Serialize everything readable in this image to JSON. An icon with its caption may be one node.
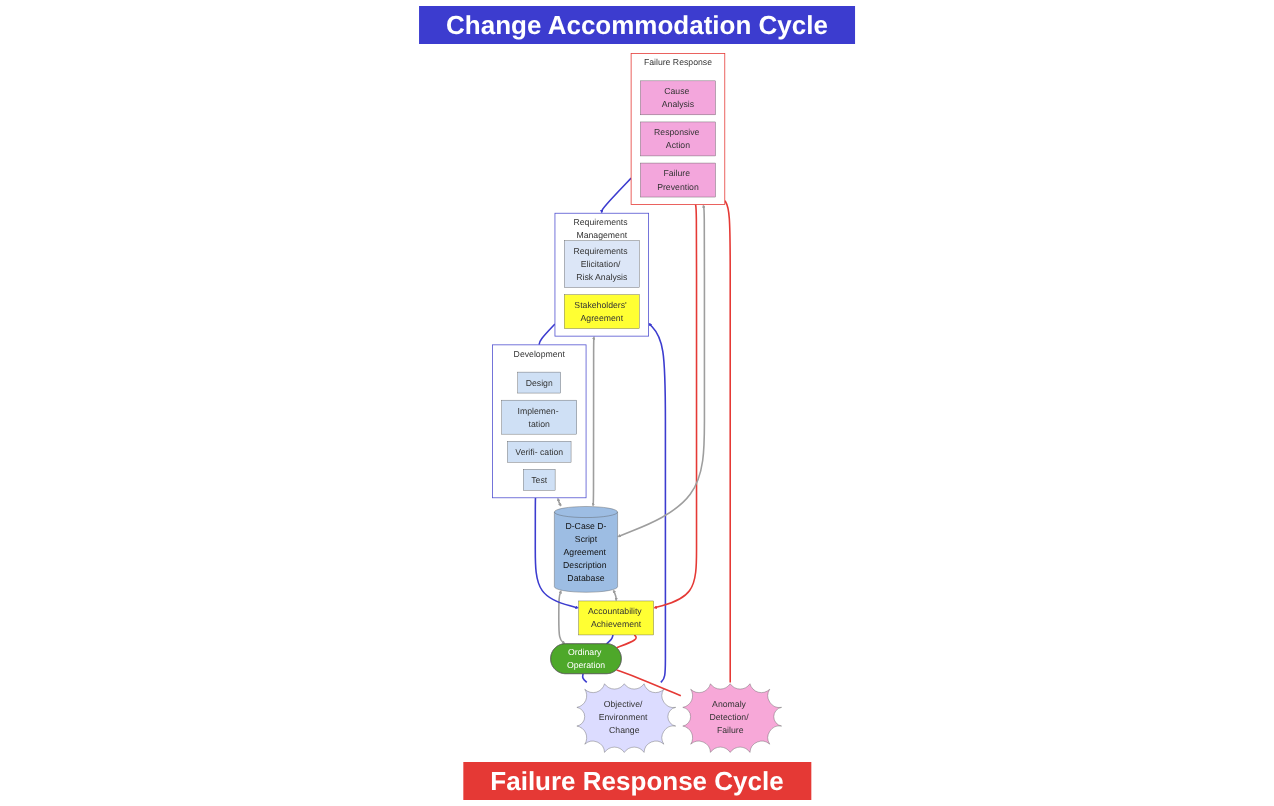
{
  "diagram": {
    "nodes": [
      {
        "text": [
          "Requirements Management"
        ]
      },
      {
        "text": [
          "Requirements Elicitation/ Risk Analysis"
        ],
        "in": 0
      },
      {
        "text": [
          "Stakeholders' Agreement"
        ],
        "in": 0
      },
      {
        "text": [
          "Development"
        ]
      },
      {
        "text": [
          "Design"
        ],
        "in": 3
      },
      {
        "text": [
          "Implemen- tation"
        ],
        "in": 3
      },
      {
        "text": [
          "Verifi- cation"
        ],
        "in": 3
      },
      {
        "text": [
          "Test"
        ],
        "in": 3
      },
      {
        "text": [
          "D-Case D-Script",
          "Agreement Description Database"
        ]
      },
      {
        "text": [
          "Failure Response"
        ]
      },
      {
        "text": [
          "Cause Analysis"
        ],
        "in": 9
      },
      {
        "text": [
          "Responsive Action"
        ],
        "in": 9
      },
      {
        "text": [
          "Failure Prevention"
        ],
        "in": 9
      },
      {
        "text": [
          "Accountability Achievement"
        ]
      },
      {
        "text": [
          "Anomaly Detection/ Failure"
        ]
      },
      {
        "text": [
          "Ordinary Operation"
        ]
      },
      {
        "text": [
          "Objective/ Environment Change"
        ]
      }
    ],
    "edges": [
      {
        "from": 0,
        "to": 3,
        "arrow": "none"
      },
      {
        "from": 3,
        "to": 13,
        "arrow": "to"
      },
      {
        "from": 13,
        "to": 15,
        "arrow": "none"
      },
      {
        "from": 15,
        "to": 16,
        "arrow": "none"
      },
      {
        "from": 16,
        "to": 0,
        "arrow": "to"
      },
      {
        "from": 9,
        "to": 0,
        "arrow": "to"
      },
      {
        "from": 9,
        "to": 13,
        "arrow": "to",
        "color": "#e53935"
      },
      {
        "from": 13,
        "to": 15,
        "arrow": "none",
        "color": "#e53935"
      },
      {
        "from": 15,
        "to": 14,
        "arrow": "none",
        "color": "#e53935"
      },
      {
        "from": 14,
        "to": 9,
        "arrow": "none",
        "color": "#e53935"
      },
      {
        "from": 0,
        "to": 8,
        "arrow": "both",
        "color": "#9e9e9e"
      },
      {
        "from": 3,
        "to": 8,
        "arrow": "both",
        "color": "#9e9e9e"
      },
      {
        "from": 9,
        "to": 8,
        "arrow": "both",
        "color": "#9e9e9e"
      },
      {
        "from": 8,
        "to": 15,
        "arrow": "both",
        "color": "#9e9e9e"
      },
      {
        "from": 8,
        "to": 13,
        "arrow": "both",
        "color": "#9e9e9e"
      }
    ],
    "labels": [
      "Change Accommodation Cycle",
      "Failure Response Cycle"
    ]
  }
}
